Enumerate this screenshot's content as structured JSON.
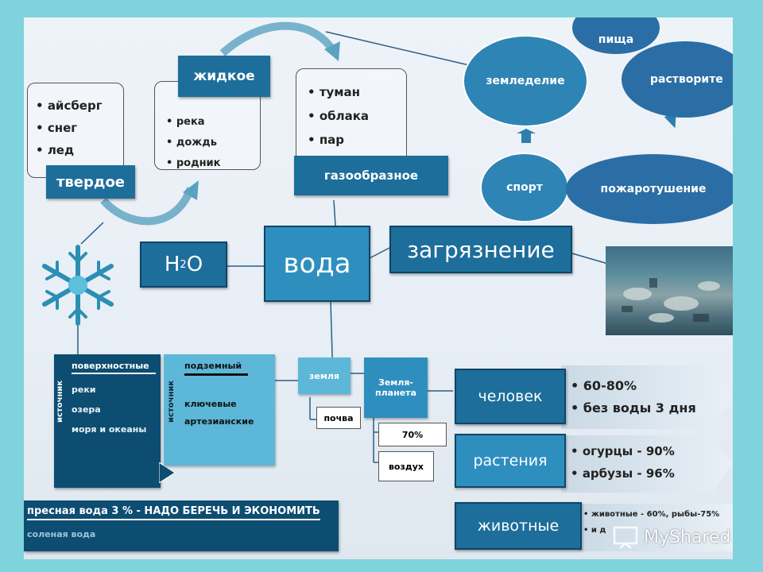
{
  "colors": {
    "dark": "#1d6e9a",
    "mid": "#2e8fbf",
    "light": "#5db7d8",
    "ellipse": "#2e84b5",
    "ellipse_dark": "#2a6ea5"
  },
  "states": {
    "liquid": {
      "title": "жидкое",
      "items": [
        "река",
        "дождь",
        "родник"
      ]
    },
    "solid": {
      "title": "твердое",
      "items": [
        "айсберг",
        "снег",
        "лед"
      ]
    },
    "gas": {
      "title": "газообразное",
      "items": [
        "туман",
        "облака",
        "пар"
      ]
    }
  },
  "formula": {
    "h": "H",
    "two": "2",
    "o": "O"
  },
  "center": "вода",
  "pollution": "загрязнение",
  "uses": {
    "food": "пища",
    "agriculture": "земледелие",
    "solvent": "растворите",
    "sport": "спорт",
    "firefighting": "пожаротушение"
  },
  "sources": {
    "label": "источник",
    "surface": {
      "title": "поверхностные",
      "items": [
        "реки",
        "озера",
        "моря и океаны"
      ]
    },
    "underground": {
      "title": "подземный",
      "items": [
        "ключевые",
        "артезианские"
      ]
    }
  },
  "earth": {
    "land": "земля",
    "soil": "почва",
    "planet": "Земля-\nпланета",
    "percent": "70%",
    "air": "воздух"
  },
  "human": {
    "label": "человек",
    "items": [
      "60-80%",
      "без воды 3 дня"
    ]
  },
  "plants": {
    "label": "растения",
    "items": [
      "огурцы  - 90%",
      "арбузы  - 96%"
    ]
  },
  "animals": {
    "label": "животные",
    "items": [
      "животные  - 60%, рыбы-75%",
      "и д"
    ]
  },
  "bottom": {
    "line1": "пресная вода  3 % - НАДО  БЕРЕЧЬ И ЭКОНОМИТЬ",
    "line2": "соленая вода"
  },
  "watermark": "MyShared"
}
